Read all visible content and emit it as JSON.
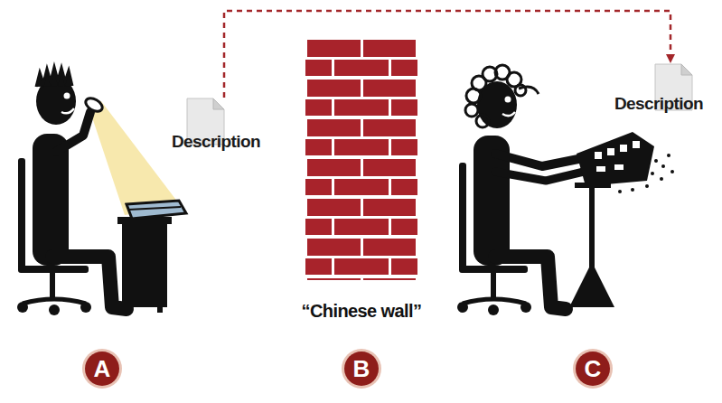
{
  "diagram": {
    "nodes": [
      {
        "text": [
          "Description"
        ]
      },
      {
        "text": [
          "Description"
        ]
      },
      {
        "text": [
          "A"
        ]
      },
      {
        "text": [
          "B"
        ]
      },
      {
        "text": [
          "C"
        ]
      }
    ],
    "edges": [
      {
        "from": 0,
        "to": 1,
        "arrow": "to"
      }
    ],
    "labels": [
      "“Chinese wall”"
    ]
  }
}
